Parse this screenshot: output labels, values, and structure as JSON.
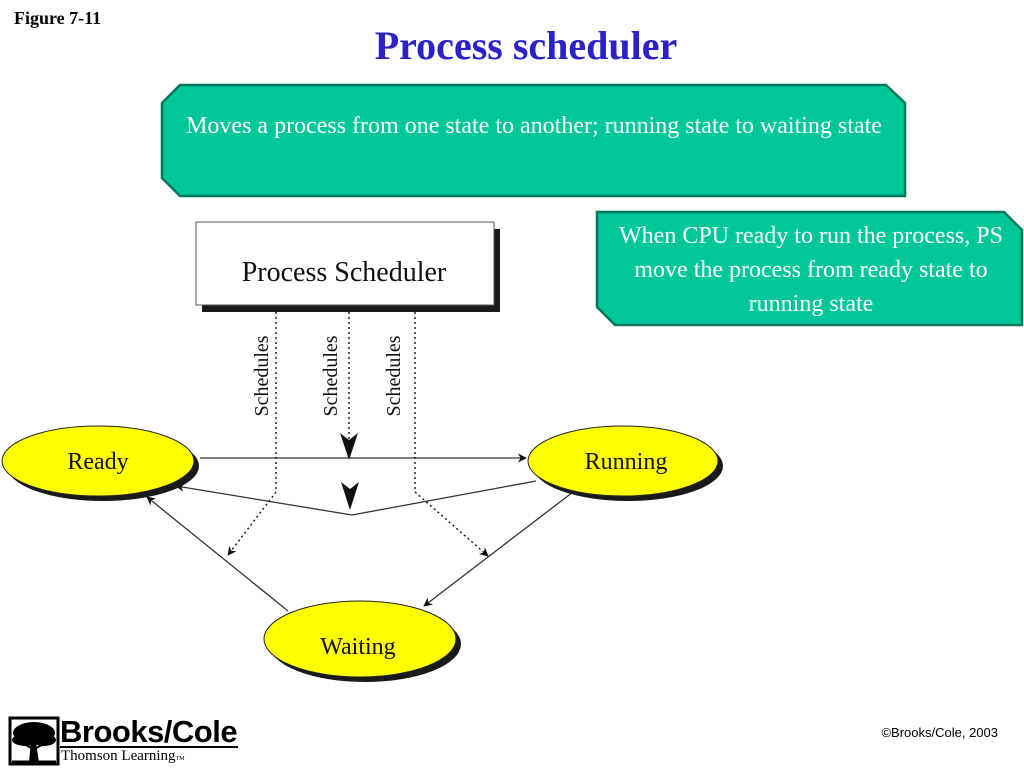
{
  "figure_label": "Figure 7-11",
  "title": "Process scheduler",
  "callouts": {
    "top": "Moves a process from one state to another; running state to waiting state",
    "right": "When CPU ready to run the process, PS move the process from ready state to running state"
  },
  "diagram": {
    "scheduler_box": "Process Scheduler",
    "schedules_labels": [
      "Schedules",
      "Schedules",
      "Schedules"
    ],
    "states": {
      "ready": "Ready",
      "running": "Running",
      "waiting": "Waiting"
    }
  },
  "colors": {
    "title": "#2a22c8",
    "callout_fill": "#00c79a",
    "callout_border": "#007a5c",
    "state_fill": "#ffff00"
  },
  "logo": {
    "brand": "Brooks/Cole",
    "sub": "Thomson Learning",
    "tm": "TM",
    "icon": "tree-icon"
  },
  "copyright": "©Brooks/Cole, 2003"
}
